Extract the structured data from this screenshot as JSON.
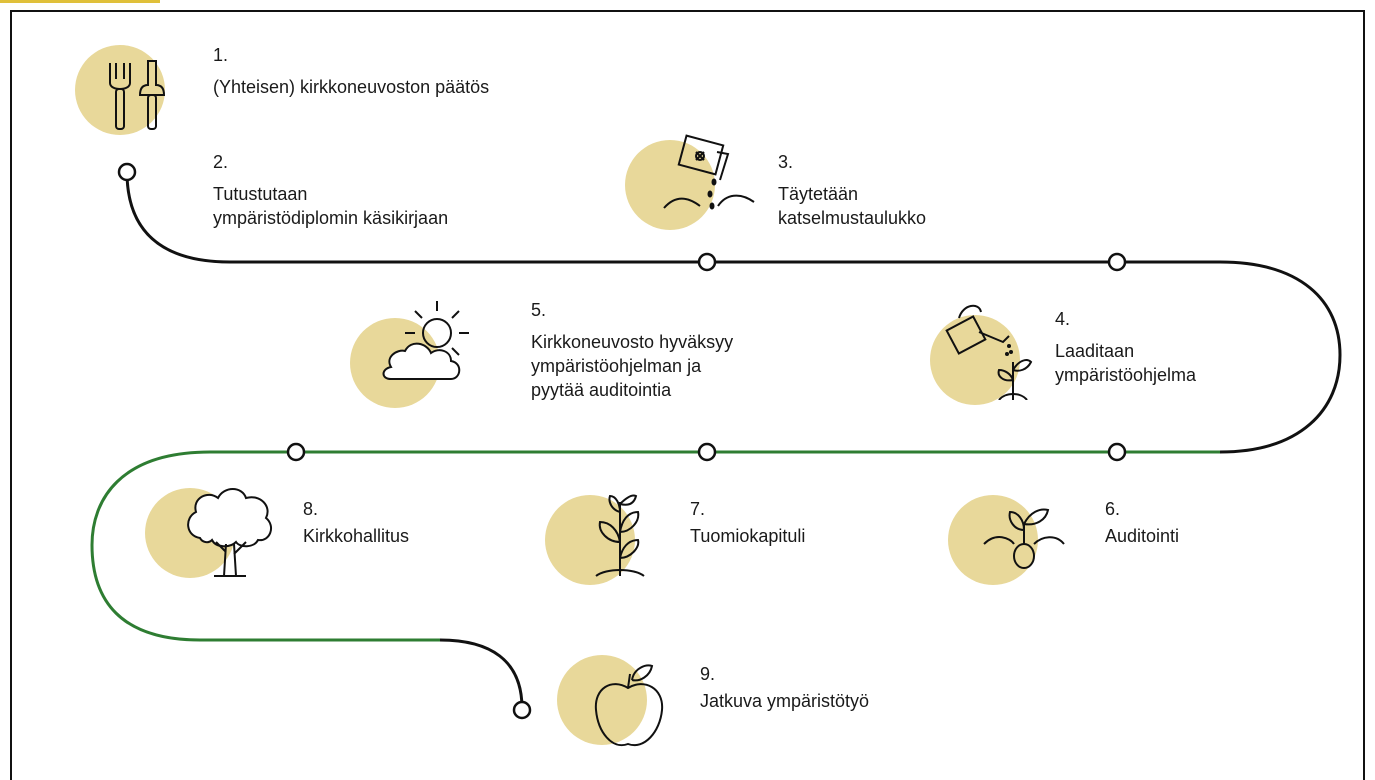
{
  "colors": {
    "circle": "#e8d89a",
    "path_dark": "#111111",
    "path_green": "#2e7d32",
    "accent": "#e0c03a"
  },
  "steps": [
    {
      "num": "1.",
      "text": "(Yhteisen) kirkkoneuvoston päätös",
      "icon": "garden-tools-icon"
    },
    {
      "num": "2.",
      "text": "Tutustutaan\nympäristödiplomin käsikirjaan",
      "icon": ""
    },
    {
      "num": "3.",
      "text": "Täytetään\nkatselmustaulukko",
      "icon": "seed-packet-icon"
    },
    {
      "num": "4.",
      "text": "Laaditaan\nympäristöohjelma",
      "icon": "watering-can-icon"
    },
    {
      "num": "5.",
      "text": "Kirkkoneuvosto hyväksyy\nympäristöohjelman ja\npyytää auditointia",
      "icon": "sun-cloud-icon"
    },
    {
      "num": "6.",
      "text": "Auditointi",
      "icon": "sprout-icon"
    },
    {
      "num": "7.",
      "text": "Tuomiokapituli",
      "icon": "young-plant-icon"
    },
    {
      "num": "8.",
      "text": "Kirkkohallitus",
      "icon": "tree-icon"
    },
    {
      "num": "9.",
      "text": "Jatkuva ympäristötyö",
      "icon": "apple-icon"
    }
  ]
}
